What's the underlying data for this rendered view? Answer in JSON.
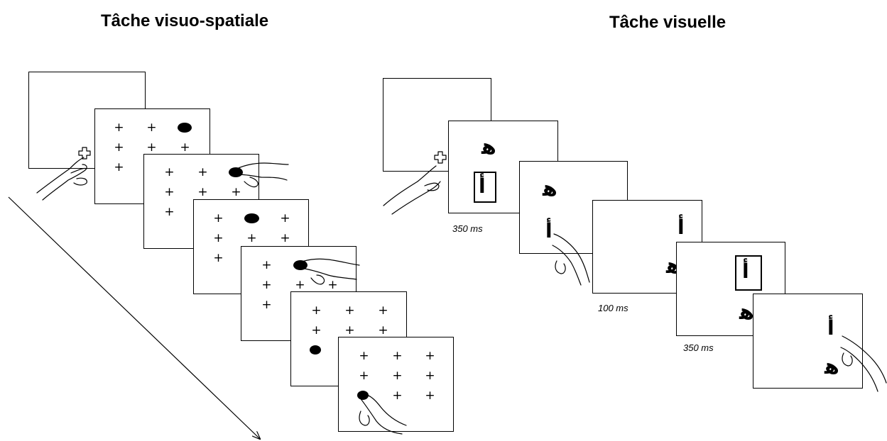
{
  "titles": {
    "left": "Tâche visuo-spatiale",
    "right": "Tâche visuelle"
  },
  "glyphs": {
    "target": "أ",
    "distractor": "ﻫ"
  },
  "timings": {
    "frame1": "350 ms",
    "frame3": "100 ms",
    "frame4": "350 ms"
  },
  "symbols": {
    "plus": "+"
  }
}
